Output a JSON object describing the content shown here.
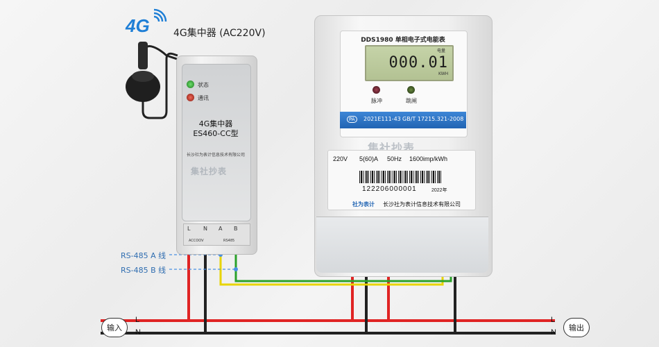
{
  "logo_4g": "4G",
  "concentrator_caption": "4G集中器 (AC220V)",
  "concentrator": {
    "status_label": "状态",
    "comm_label": "通讯",
    "name_line1": "4G集中器",
    "name_line2": "ES460-CC型",
    "company": "长沙社为表计信息技术有限公司",
    "watermark": "集社抄表",
    "terminals": [
      "L",
      "N",
      "A",
      "B"
    ],
    "terminal_sub_left": "ACCOOV",
    "terminal_sub_right": "RS485"
  },
  "meter": {
    "title": "DDS1980 单相电子式电能表",
    "reading": "000.01",
    "unit": "KWH",
    "lcd_tag": "电量",
    "pulse_label": "脉冲",
    "trip_label": "跳闸",
    "cert": "2021E111-43",
    "standard": "GB/T 17215.321-2008",
    "pa_badge": "PA",
    "voltage": "220V",
    "current": "5(60)A",
    "frequency": "50Hz",
    "constant": "1600imp/kWh",
    "serial": "122206000001",
    "year": "2022年",
    "brand": "社为表计",
    "company": "长沙社为表计信息技术有限公司",
    "watermark": "集社抄表"
  },
  "wiring": {
    "rs485_a": "RS-485  A 线",
    "rs485_b": "RS-485  B 线",
    "input_label": "输入",
    "output_label": "输出",
    "live": "L",
    "neutral": "N"
  },
  "colors": {
    "live_wire": "#e02424",
    "neutral_wire": "#222222",
    "a_wire": "#e8d400",
    "b_wire": "#2aa12a",
    "dashed": "#4a90e2",
    "brand_blue": "#2164b3"
  }
}
